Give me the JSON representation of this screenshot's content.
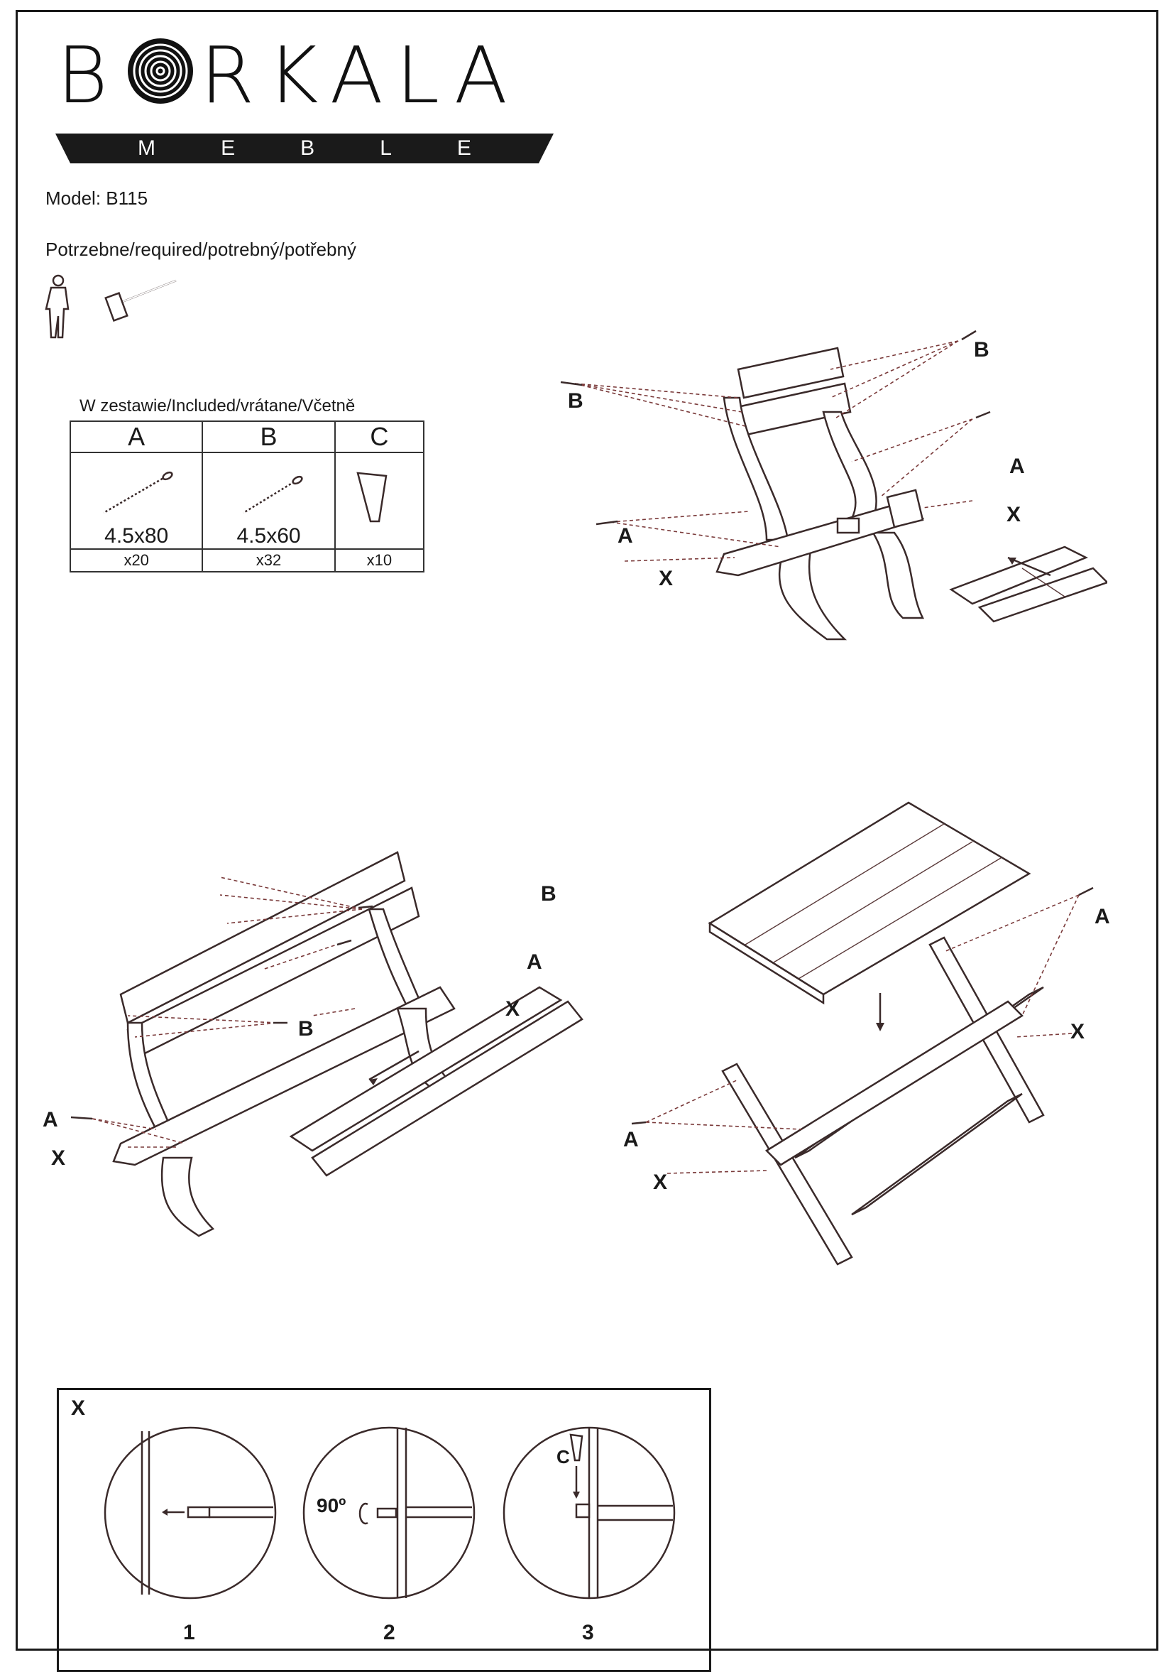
{
  "brand": {
    "name": "B RKALA",
    "sub": [
      "M",
      "E",
      "B",
      "L",
      "E"
    ]
  },
  "model": "Model: B115",
  "required": "Potrzebne/required/potrebný/potřebný",
  "included": {
    "title": "W zestawie/Included/vrátane/Včetně",
    "parts": [
      {
        "letter": "A",
        "size": "4.5x80",
        "qty": "x20",
        "icon": "screw-icon"
      },
      {
        "letter": "B",
        "size": "4.5x60",
        "qty": "x32",
        "icon": "screw-icon"
      },
      {
        "letter": "C",
        "size": "",
        "qty": "x10",
        "icon": "wedge-icon"
      }
    ]
  },
  "labels": {
    "A": "A",
    "B": "B",
    "X": "X"
  },
  "detail": {
    "title": "X",
    "angle": "90º",
    "c": "C",
    "steps": [
      "1",
      "2",
      "3"
    ]
  }
}
